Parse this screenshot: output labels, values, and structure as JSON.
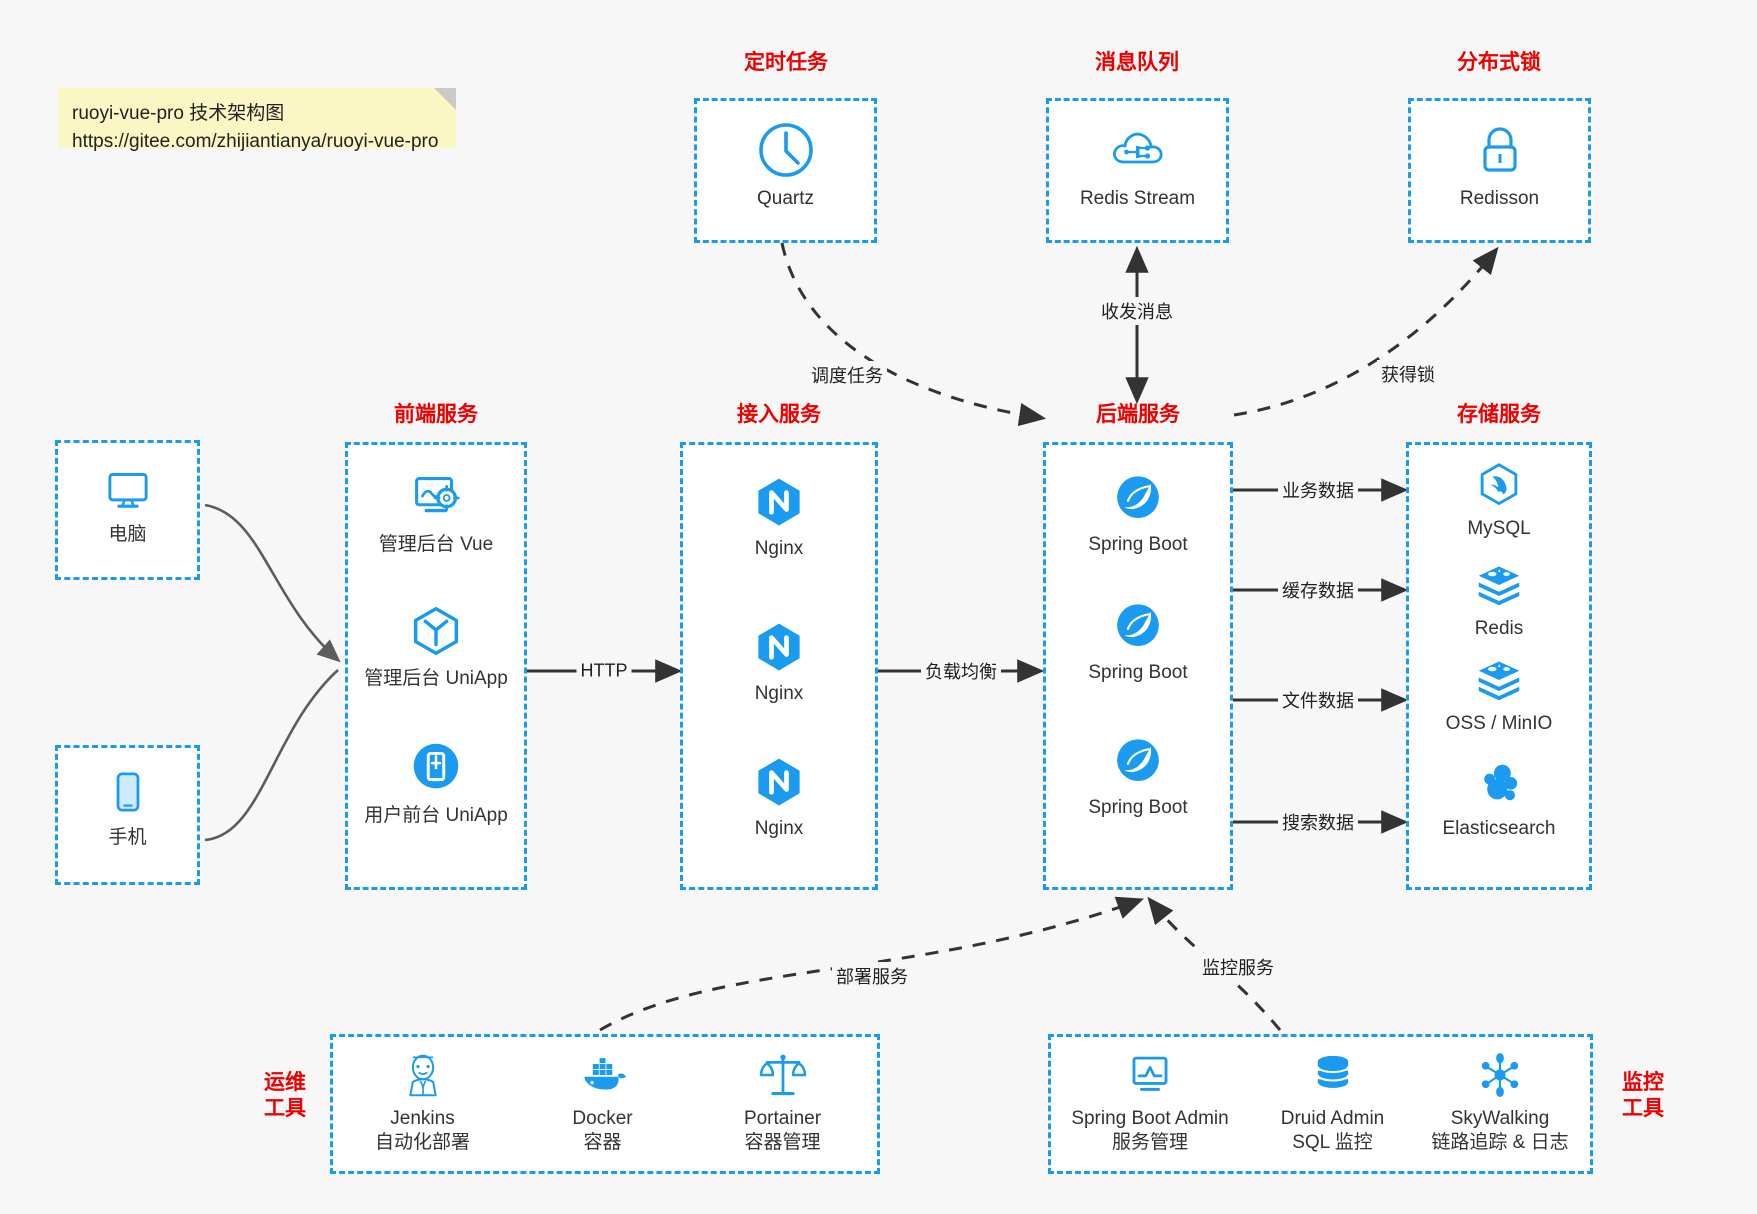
{
  "note": {
    "line1": "ruoyi-vue-pro 技术架构图",
    "line2": "https://gitee.com/zhijiantianya/ruoyi-vue-pro"
  },
  "colors": {
    "accent_blue": "#1a9bf0",
    "heading_red": "#ee0000",
    "note_yellow": "#faf7c4",
    "arrow_dark": "#333333",
    "client_line_gray": "#6b6b6b",
    "canvas_bg": "#f7f7f7"
  },
  "groups": {
    "scheduled_task": {
      "title": "定时任务"
    },
    "message_queue": {
      "title": "消息队列"
    },
    "distributed_lock": {
      "title": "分布式锁"
    },
    "frontend": {
      "title": "前端服务"
    },
    "gateway": {
      "title": "接入服务"
    },
    "backend": {
      "title": "后端服务"
    },
    "storage": {
      "title": "存储服务"
    },
    "devops": {
      "title_line1": "运维",
      "title_line2": "工具"
    },
    "monitoring": {
      "title_line1": "监控",
      "title_line2": "工具"
    }
  },
  "clients": [
    {
      "label": "电脑",
      "icon": "desktop-monitor-icon"
    },
    {
      "label": "手机",
      "icon": "mobile-phone-icon"
    }
  ],
  "scheduled_task_nodes": [
    {
      "label": "Quartz",
      "icon": "clock-icon"
    }
  ],
  "message_queue_nodes": [
    {
      "label": "Redis Stream",
      "icon": "cloud-network-icon"
    }
  ],
  "distributed_lock_nodes": [
    {
      "label": "Redisson",
      "icon": "padlock-icon"
    }
  ],
  "frontend_nodes": [
    {
      "label": "管理后台 Vue",
      "icon": "monitor-gear-icon"
    },
    {
      "label": "管理后台 UniApp",
      "icon": "hexagon-y-icon"
    },
    {
      "label": "用户前台 UniApp",
      "icon": "phone-circle-icon"
    }
  ],
  "gateway_nodes": [
    {
      "label": "Nginx",
      "icon": "nginx-hexagon-icon"
    },
    {
      "label": "Nginx",
      "icon": "nginx-hexagon-icon"
    },
    {
      "label": "Nginx",
      "icon": "nginx-hexagon-icon"
    }
  ],
  "backend_nodes": [
    {
      "label": "Spring Boot",
      "icon": "spring-boot-leaf-icon"
    },
    {
      "label": "Spring Boot",
      "icon": "spring-boot-leaf-icon"
    },
    {
      "label": "Spring Boot",
      "icon": "spring-boot-leaf-icon"
    }
  ],
  "storage_nodes": [
    {
      "label": "MySQL",
      "icon": "mysql-dolphin-icon"
    },
    {
      "label": "Redis",
      "icon": "redis-stack-icon"
    },
    {
      "label": "OSS / MinIO",
      "icon": "object-storage-stack-icon"
    },
    {
      "label": "Elasticsearch",
      "icon": "elasticsearch-cluster-icon"
    }
  ],
  "devops_nodes": [
    {
      "label": "Jenkins",
      "sublabel": "自动化部署",
      "icon": "jenkins-butler-icon"
    },
    {
      "label": "Docker",
      "sublabel": "容器",
      "icon": "docker-whale-icon"
    },
    {
      "label": "Portainer",
      "sublabel": "容器管理",
      "icon": "scales-balance-icon"
    }
  ],
  "monitoring_nodes": [
    {
      "label": "Spring Boot Admin",
      "sublabel": "服务管理",
      "icon": "monitor-chart-icon"
    },
    {
      "label": "Druid Admin",
      "sublabel": "SQL 监控",
      "icon": "database-cylinder-icon"
    },
    {
      "label": "SkyWalking",
      "sublabel": "链路追踪 & 日志",
      "icon": "network-star-icon"
    }
  ],
  "edges": [
    {
      "name": "frontend-to-gateway",
      "label": "HTTP",
      "style": "solid"
    },
    {
      "name": "gateway-to-backend",
      "label": "负载均衡",
      "style": "solid"
    },
    {
      "name": "quartz-to-backend",
      "label": "调度任务",
      "style": "dashed"
    },
    {
      "name": "backend-to-mq",
      "label": "收发消息",
      "style": "dashed-bidirectional"
    },
    {
      "name": "backend-to-lock",
      "label": "获得锁",
      "style": "dashed"
    },
    {
      "name": "backend-to-mysql",
      "label": "业务数据",
      "style": "solid"
    },
    {
      "name": "backend-to-redis",
      "label": "缓存数据",
      "style": "solid"
    },
    {
      "name": "backend-to-oss",
      "label": "文件数据",
      "style": "solid"
    },
    {
      "name": "backend-to-elasticsearch",
      "label": "搜索数据",
      "style": "solid"
    },
    {
      "name": "devops-to-backend",
      "label": "部署服务",
      "style": "dashed"
    },
    {
      "name": "monitoring-to-backend",
      "label": "监控服务",
      "style": "dashed"
    }
  ]
}
